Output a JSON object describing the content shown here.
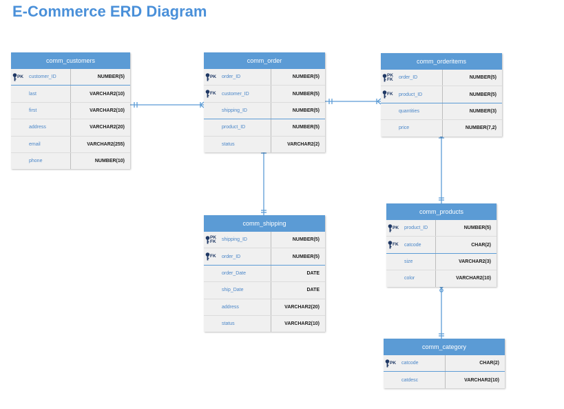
{
  "page": {
    "title": "E-Commerce ERD Diagram"
  },
  "tables": {
    "customers": {
      "name": "comm_customers",
      "rows": [
        {
          "key": "PK",
          "field": "customer_ID",
          "type": "NUMBER(5)"
        },
        {
          "key": "",
          "field": "last",
          "type": "VARCHAR2(10)"
        },
        {
          "key": "",
          "field": "first",
          "type": "VARCHAR2(10)"
        },
        {
          "key": "",
          "field": "address",
          "type": "VARCHAR2(20)"
        },
        {
          "key": "",
          "field": "email",
          "type": "VARCHAR2(255)"
        },
        {
          "key": "",
          "field": "phone",
          "type": "NUMBER(10)"
        }
      ]
    },
    "order": {
      "name": "comm_order",
      "rows": [
        {
          "key": "PK",
          "field": "order_ID",
          "type": "NUMBER(5)"
        },
        {
          "key": "FK",
          "field": "customer_ID",
          "type": "NUMBER(5)"
        },
        {
          "key": "",
          "field": "shipping_ID",
          "type": "NUMBER(5)"
        },
        {
          "key": "",
          "field": "product_ID",
          "type": "NUMBER(5)"
        },
        {
          "key": "",
          "field": "status",
          "type": "VARCHAR2(2)"
        }
      ]
    },
    "orderitems": {
      "name": "comm_orderitems",
      "rows": [
        {
          "key": "PK FK",
          "field": "order_ID",
          "type": "NUMBER(5)"
        },
        {
          "key": "FK",
          "field": "product_ID",
          "type": "NUMBER(5)"
        },
        {
          "key": "",
          "field": "quantities",
          "type": "NUMBER(3)"
        },
        {
          "key": "",
          "field": "price",
          "type": "NUMBER(7,2)"
        }
      ]
    },
    "shipping": {
      "name": "comm_shipping",
      "rows": [
        {
          "key": "PK FK",
          "field": "shipping_ID",
          "type": "NUMBER(5)"
        },
        {
          "key": "FK",
          "field": "order_ID",
          "type": "NUMBER(5)"
        },
        {
          "key": "",
          "field": "order_Date",
          "type": "DATE"
        },
        {
          "key": "",
          "field": "ship_Date",
          "type": "DATE"
        },
        {
          "key": "",
          "field": "address",
          "type": "VARCHAR2(20)"
        },
        {
          "key": "",
          "field": "status",
          "type": "VARCHAR2(10)"
        }
      ]
    },
    "products": {
      "name": "comm_products",
      "rows": [
        {
          "key": "PK",
          "field": "product_ID",
          "type": "NUMBER(5)"
        },
        {
          "key": "FK",
          "field": "catcode",
          "type": "CHAR(2)"
        },
        {
          "key": "",
          "field": "size",
          "type": "VARCHAR2(3)"
        },
        {
          "key": "",
          "field": "color",
          "type": "VARCHAR2(10)"
        }
      ]
    },
    "category": {
      "name": "comm_category",
      "rows": [
        {
          "key": "PK",
          "field": "catcode",
          "type": "CHAR(2)"
        },
        {
          "key": "",
          "field": "catdesc",
          "type": "VARCHAR2(10)"
        }
      ]
    }
  },
  "colors": {
    "header": "#5b9bd5",
    "body": "#f0f0f0",
    "field_text": "#4a86c8",
    "key_text": "#1f3864",
    "title": "#4a90d9",
    "connector": "#5b9bd5"
  }
}
